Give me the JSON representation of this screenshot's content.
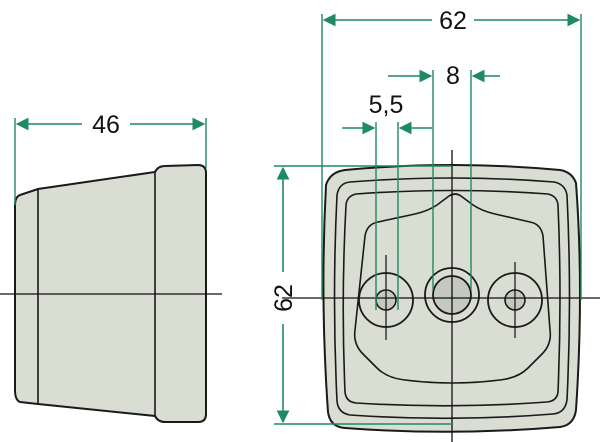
{
  "colors": {
    "body_fill": "#d9ddd2",
    "outline": "#1a1a1a",
    "dimension": "#1e8a63",
    "centerline": "#111111"
  },
  "dimensions": {
    "side_depth": "46",
    "front_width": "62",
    "front_height": "62",
    "hole_spacing": "8",
    "hole_diameter": "5,5"
  }
}
